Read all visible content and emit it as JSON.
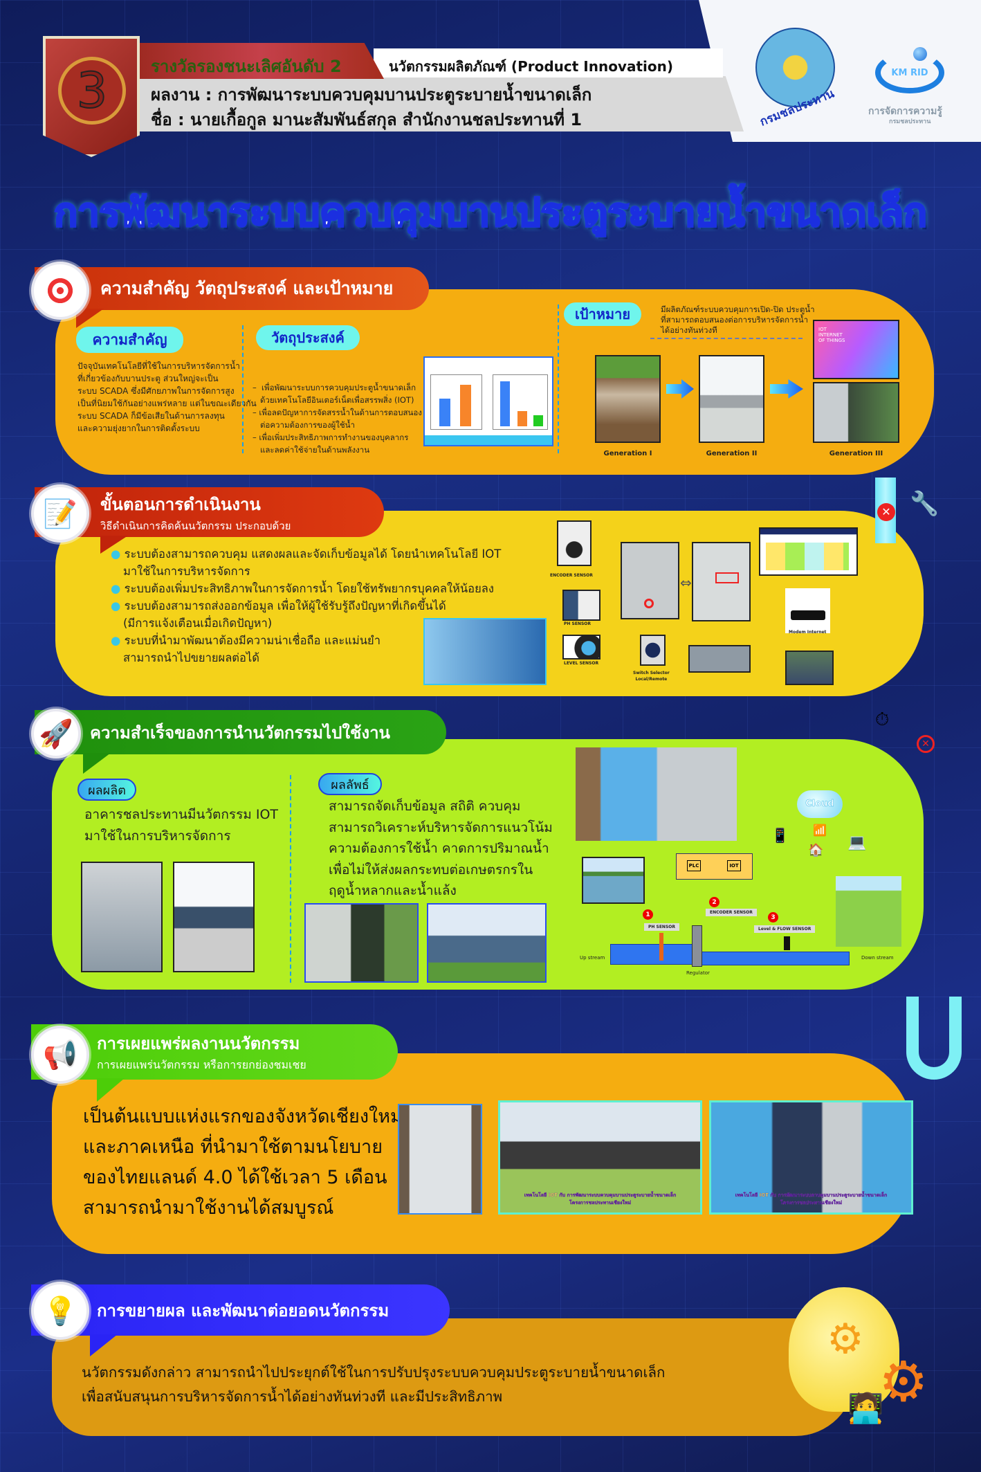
{
  "header": {
    "medal_number": "3",
    "award": "รางวัลรองชนะเลิศอันดับ 2",
    "category": "นวัตกรรมผลิตภัณฑ์ (Product Innovation)",
    "work": "ผลงาน : การพัฒนาระบบควบคุมบานประตูระบายน้ำขนาดเล็ก",
    "name": "ชื่อ : นายเกื้อกูล มานะสัมพันธ์สกุล สำนักงานชลประทานที่ 1",
    "logo1_text": "กรมชลประทาน",
    "logo2_badge": "KM RID",
    "logo2_text": "การจัดการความรู้",
    "logo2_sub": "กรมชลประทาน"
  },
  "title": "การพัฒนาระบบควบคุมบานประตูระบายน้ำขนาดเล็ก",
  "s1": {
    "heading": "ความสำคัญ วัตถุประสงค์ และเป้าหมาย",
    "importance_label": "ความสำคัญ",
    "importance_lines": [
      "ปัจจุบันเทคโนโลยีที่ใช้ในการบริหารจัดการน้ำ",
      "ที่เกี่ยวข้องกับบานประตู ส่วนใหญ่จะเป็น",
      "ระบบ SCADA ซึ่งมีศักยภาพในการจัดการสูง",
      "เป็นที่นิยมใช้กันอย่างแพร่หลาย แต่ในขณะเดียวกัน",
      "ระบบ SCADA ก็มีข้อเสียในด้านการลงทุน",
      "และความยุ่งยากในการติดตั้งระบบ"
    ],
    "objective_label": "วัตถุประสงค์",
    "objective_lines": [
      "–  เพื่อพัฒนาระบบการควบคุมประตูน้ำขนาดเล็ก",
      "   ด้วยเทคโนโลยีอินเตอร์เน็ตเพื่อสรรพสิ่ง (IOT)",
      "– เพื่อลดปัญหาการจัดสรรน้ำในด้านการตอบสนอง",
      "   ต่อความต้องการของผู้ใช้น้ำ",
      "– เพื่อเพิ่มประสิทธิภาพการทำงานของบุคลากร",
      "   และลดค่าใช้จ่ายในด้านพลังงาน"
    ],
    "goal_label": "เป้าหมาย",
    "goal_lines": [
      "มีผลิตภัณฑ์ระบบควบคุมการเปิด-ปิด ประตูน้ำ",
      "ที่สามารถตอบสนองต่อการบริหารจัดการน้ำ",
      "ได้อย่างทันท่วงที"
    ],
    "iot_caption": "IOT INTERNET OF THINGS",
    "generations": [
      "Generation I",
      "Generation II",
      "Generation III"
    ]
  },
  "s2": {
    "heading": "ขั้นตอนการดำเนินงาน",
    "subheading": "วิธีดำเนินการคิดค้นนวัตกรรม ประกอบด้วย",
    "bullets": [
      [
        "ระบบต้องสามารถควบคุม แสดงผลและจัดเก็บข้อมูลได้ โดยนำเทคโนโลยี IOT",
        "มาใช้ในการบริหารจัดการ"
      ],
      [
        "ระบบต้องเพิ่มประสิทธิภาพในการจัดการน้ำ โดยใช้ทรัพยากรบุคคลให้น้อยลง"
      ],
      [
        "ระบบต้องสามารถส่งออกข้อมูล เพื่อให้ผู้ใช้รับรู้ถึงปัญหาที่เกิดขึ้นได้",
        "(มีการแจ้งเตือนเมื่อเกิดปัญหา)"
      ],
      [
        "ระบบที่นำมาพัฒนาต้องมีความน่าเชื่อถือ และแม่นยำ",
        "สามารถนำไปขยายผลต่อได้"
      ]
    ],
    "diagram": {
      "encoder": "ENCODER SENSOR",
      "ph": "PH SENSOR",
      "level": "LEVEL SENSOR",
      "switch1": "Switch Selector",
      "switch2": "Local/Remote",
      "modem": "Modem Internet"
    }
  },
  "s3": {
    "heading": "ความสำเร็จของการนำนวัตกรรมไปใช้งาน",
    "output_label": "ผลผลิต",
    "output_lines": [
      "อาคารชลประทานมีนวัตกรรม IOT",
      "มาใช้ในการบริหารจัดการ"
    ],
    "outcome_label": "ผลลัพธ์",
    "outcome_lines": [
      "สามารถจัดเก็บข้อมูล สถิติ ควบคุม",
      "สามารถวิเคราะห์บริหารจัดการแนวโน้ม",
      "ความต้องการใช้น้ำ คาดการปริมาณน้ำ",
      "เพื่อไม่ให้ส่งผลกระทบต่อเกษตรกรใน",
      "ฤดูน้ำหลากและน้ำแล้ง"
    ],
    "diagram": {
      "cloud": "Cloud",
      "plc": "PLC",
      "iot": "IOT",
      "ph": "PH SENSOR",
      "encoder": "ENCODER SENSOR",
      "level": "Level & FLOW SENSOR",
      "upstream": "Up stream",
      "downstream": "Down stream",
      "regulator": "Regulator",
      "n1": "1",
      "n2": "2",
      "n3": "3"
    }
  },
  "s4": {
    "heading": "การเผยแพร่ผลงานนวัตกรรม",
    "subheading": "การเผยแพร่นวัตกรรม หรือการยกย่องชมเชย",
    "lines": [
      "เป็นต้นแบบแห่งแรกของจังหวัดเชียงใหม่",
      "และภาคเหนือ ที่นำมาใช้ตามนโยบาย",
      "ของไทยแลนด์ 4.0 ได้ใช้เวลา 5 เดือน",
      "สามารถนำมาใช้งานได้สมบูรณ์"
    ],
    "photo_captions": [
      [
        "เทคโนโลยี IOT กับ การพัฒนาระบบควบคุมบานประตูระบายน้ำขนาดเล็ก",
        "โครงการชลประทานเชียงใหม่"
      ],
      [
        "เทคโนโลยี IOT กับ การพัฒนาระบบควบคุมบานประตูระบายน้ำขนาดเล็ก",
        "โครงการชลประทานเชียงใหม่"
      ]
    ]
  },
  "s5": {
    "heading": "การขยายผล และพัฒนาต่อยอดนวัตกรรม",
    "lines": [
      "นวัตกรรมดังกล่าว สามารถนำไปประยุกต์ใช้ในการปรับปรุงระบบควบคุมประตูระบายน้ำขนาดเล็ก",
      "เพื่อสนับสนุนการบริหารจัดการน้ำได้อย่างทันท่วงที และมีประสิทธิภาพ"
    ]
  },
  "colors": {
    "navy": "#14236b",
    "orange": "#f5ad10",
    "yellow": "#f4d21a",
    "lime": "#b2ee22",
    "red": "#d4300f",
    "green": "#27a10d",
    "blue": "#2a24f5"
  }
}
